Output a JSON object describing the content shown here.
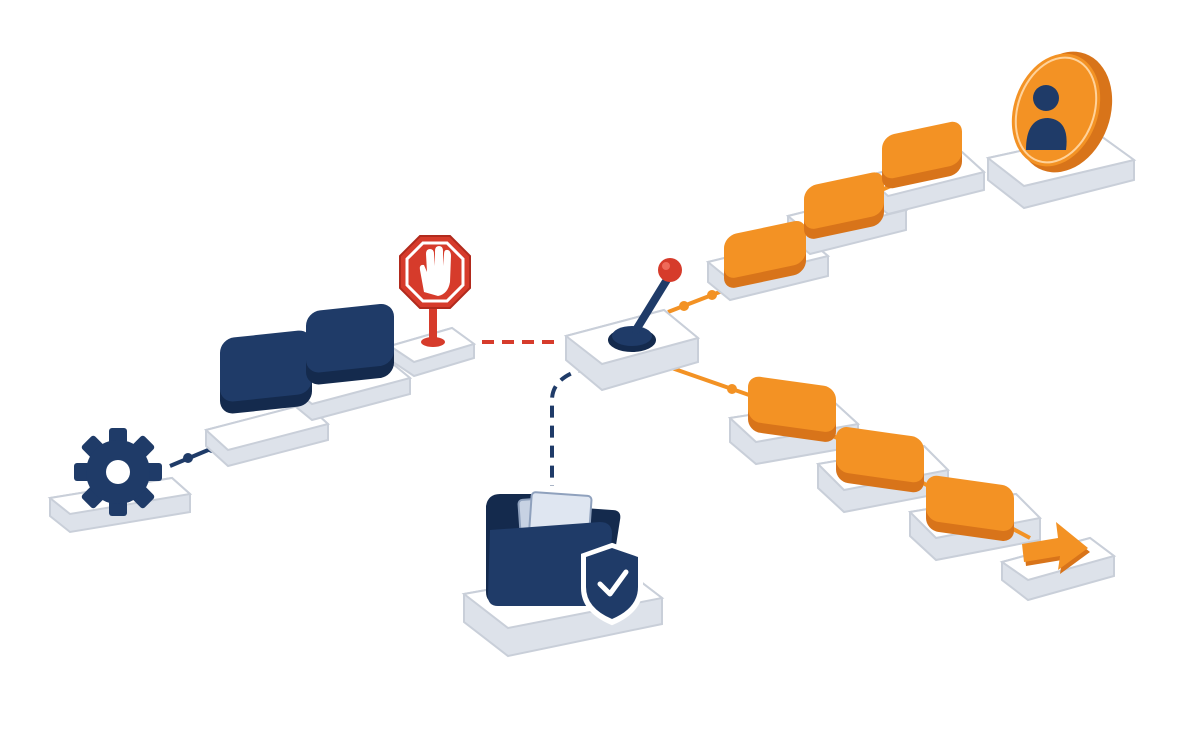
{
  "colors": {
    "navy": "#1f3b68",
    "navy_dark": "#142a4d",
    "orange": "#f39224",
    "orange_dark": "#d8741a",
    "red": "#d63b2b",
    "tile_top": "#ffffff",
    "tile_side": "#dde2ea",
    "tile_stroke": "#c9cfd9",
    "background": "#ffffff"
  },
  "icons": {
    "start": "gear-icon",
    "stop": "stop-hand-icon",
    "switch": "lever-switch-icon",
    "storage": "folder-shield-icon",
    "end_user": "user-icon",
    "end_output": "arrow-right-icon"
  },
  "nodes": {
    "left_chain": [
      "navy-block",
      "navy-block"
    ],
    "upper_chain": [
      "orange-block",
      "orange-block",
      "orange-block"
    ],
    "lower_chain": [
      "orange-block",
      "orange-block",
      "orange-block"
    ]
  }
}
